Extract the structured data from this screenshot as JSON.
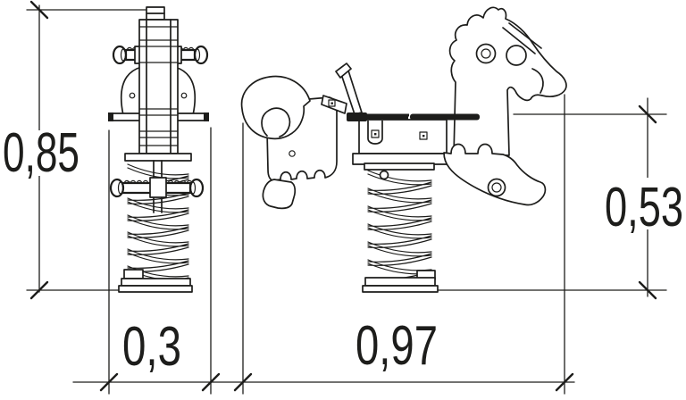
{
  "drawing": {
    "description": "Technical dimension drawing of a playground spring rider (horse), front view and side view",
    "background_color": "#ffffff",
    "line_color": "#1d1d1b",
    "dimensions": {
      "overall_height": "0,85",
      "base_width": "0,3",
      "overall_length": "0,97",
      "seat_height": "0,53"
    }
  }
}
